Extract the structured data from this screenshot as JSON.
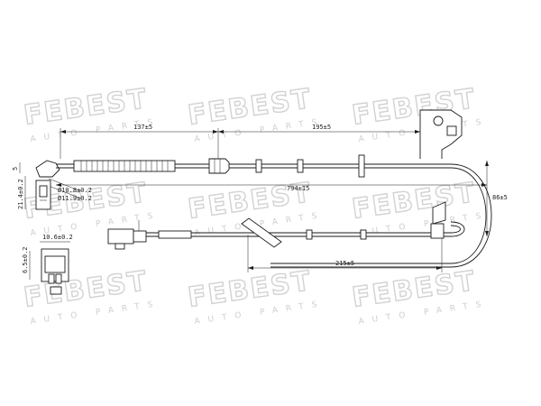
{
  "brand": {
    "watermark": "FEBEST",
    "watermark_sub": "AUTO PARTS"
  },
  "dimensions": {
    "top_left": "137±5",
    "top_mid": "195±5",
    "overall": "794±15",
    "loop": "86±5",
    "bottom": "215±5",
    "diameter_small": "Ø10.8±0.2",
    "diameter_large": "Ø11.9±0.2",
    "sensor_height": "21.4±0.2",
    "sensor_offset": "5",
    "connector_width": "10.6±0.2",
    "connector_height": "6.5±0.2"
  }
}
